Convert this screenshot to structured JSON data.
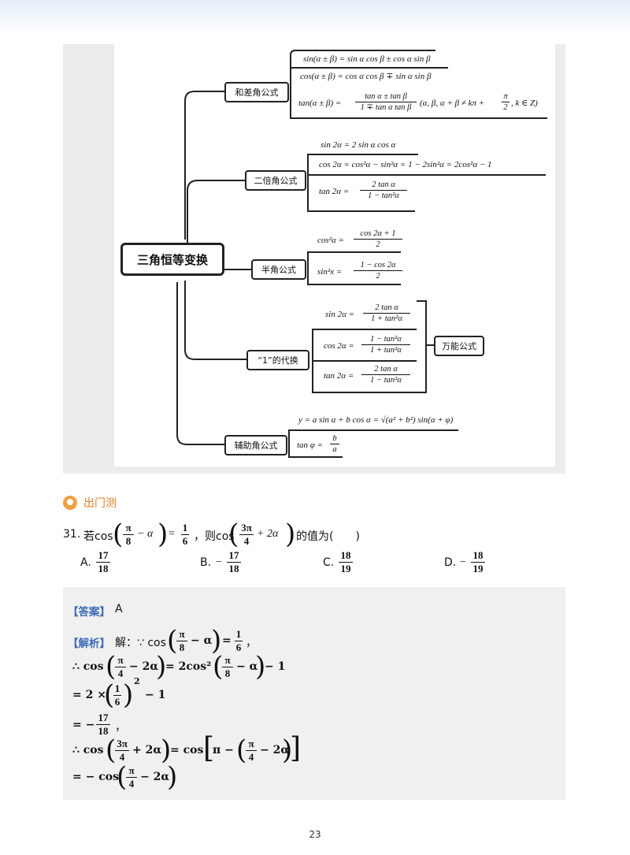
{
  "mindmap": {
    "root": "三角恒等变换",
    "branches": [
      {
        "label": "和差角公式",
        "formulas": [
          "sin(α ± β) = sin α cos β ± cos α sin β",
          "cos(α ± β) = cos α cos β ∓ sin α sin β",
          "tan(α ± β) =",
          "tan α ± tan β",
          "1 ∓ tan α tan β",
          "(α, β, α + β ≠ kπ +",
          "π",
          "2",
          ", k ∈ Z)"
        ]
      },
      {
        "label": "二倍角公式",
        "formulas": [
          "sin 2α = 2 sin α cos α",
          "cos 2α = cos²α − sin²α = 1 − 2sin²α = 2cos²α − 1",
          "tan 2α =",
          "2 tan α",
          "1 − tan²α"
        ]
      },
      {
        "label": "半角公式",
        "formulas": [
          "cos²α =",
          "cos 2α + 1",
          "2",
          "sin²x =",
          "1 − cos 2α",
          "2"
        ]
      },
      {
        "label": "“1”的代换",
        "formulas": [
          "sin 2α =",
          "2 tan α",
          "1 + tan²α",
          "cos 2α =",
          "1 − tan²α",
          "1 + tan²α",
          "tan 2α =",
          "2 tan α",
          "1 − tan²α"
        ],
        "side_label": "万能公式"
      },
      {
        "label": "辅助角公式",
        "formulas": [
          "y = a sin α + b cos α = √(a² + b²) sin(α + φ)",
          "tan φ =",
          "b",
          "a"
        ]
      }
    ]
  },
  "section": {
    "title": "出门测"
  },
  "question": {
    "number": "31.",
    "prefix": "若cos",
    "f1_num": "π",
    "f1_den": "8",
    "f1_tail": "− α",
    "eq": "=",
    "f2_num": "1",
    "f2_den": "6",
    "mid": "，则cos",
    "f3_num": "3π",
    "f3_den": "4",
    "f3_tail": "+ 2α",
    "suffix": "的值为(　　)",
    "options": [
      {
        "label": "A.",
        "sign": "",
        "num": "17",
        "den": "18"
      },
      {
        "label": "B.",
        "sign": "−",
        "num": "17",
        "den": "18"
      },
      {
        "label": "C.",
        "sign": "",
        "num": "18",
        "den": "19"
      },
      {
        "label": "D.",
        "sign": "−",
        "num": "18",
        "den": "19"
      }
    ]
  },
  "solution": {
    "answer_tag": "【答案】",
    "answer": "A",
    "analysis_tag": "【解析】",
    "lead": "解：∵ cos",
    "l1_num": "π",
    "l1_den": "8",
    "l1_tail": "− α",
    "l1_eq": "=",
    "l1_rnum": "1",
    "l1_rden": "6",
    "l1_end": "，",
    "l2_a": "∴ cos",
    "l2_num": "π",
    "l2_den": "4",
    "l2_tail": "− 2α",
    "l2_b": "= 2cos²",
    "l2_num2": "π",
    "l2_den2": "8",
    "l2_tail2": "− α",
    "l2_c": "− 1",
    "l3_a": "= 2 ×",
    "l3_num": "1",
    "l3_den": "6",
    "l3_exp": "2",
    "l3_b": "− 1",
    "l4_a": "= −",
    "l4_num": "17",
    "l4_den": "18",
    "l4_end": "，",
    "l5_a": "∴ cos",
    "l5_num": "3π",
    "l5_den": "4",
    "l5_tail": "+ 2α",
    "l5_b": "= cos",
    "l5_c": "π −",
    "l5_num2": "π",
    "l5_den2": "4",
    "l5_tail2": "− 2α",
    "l6_a": "= − cos",
    "l6_num": "π",
    "l6_den": "4",
    "l6_tail": "− 2α"
  },
  "page": {
    "number": "23"
  }
}
